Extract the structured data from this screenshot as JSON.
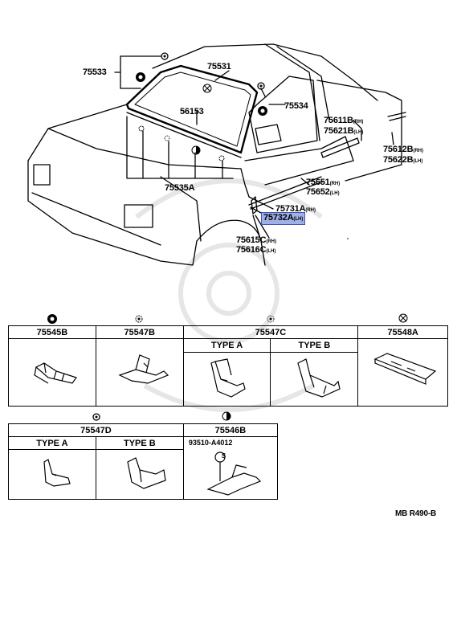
{
  "callouts": {
    "c75533": "75533",
    "c75531": "75531",
    "c56153": "56153",
    "c75534": "75534",
    "c75611B": "75611B",
    "c75611B_sub": "(RH)",
    "c75621B": "75621B",
    "c75621B_sub": "(LH)",
    "c75612B": "75612B",
    "c75612B_sub": "(RH)",
    "c75622B": "75622B",
    "c75622B_sub": "(LH)",
    "c75651": "75651",
    "c75651_sub": "(RH)",
    "c75652": "75652",
    "c75652_sub": "(LH)",
    "c75535A": "75535A",
    "c75731A": "75731A",
    "c75731A_sub": "(RH)",
    "c75732A": "75732A",
    "c75732A_sub": "(LH)",
    "c75615C": "75615C",
    "c75615C_sub": "(RH)",
    "c75616C": "75616C",
    "c75616C_sub": "(LH)"
  },
  "table1": {
    "h1": "75545B",
    "h2": "75547B",
    "h3": "75547C",
    "h3a": "TYPE A",
    "h3b": "TYPE B",
    "h4": "75548A"
  },
  "table2": {
    "h1": "75547D",
    "h1a": "TYPE A",
    "h1b": "TYPE B",
    "h2": "75546B",
    "h2a": "93510-A4012",
    "s_mark": "S"
  },
  "footer_code": "MB R490-B",
  "colors": {
    "highlight_fill": "#9fb0e6",
    "highlight_border": "#3d55b8",
    "watermark": "#e8e8e8"
  }
}
